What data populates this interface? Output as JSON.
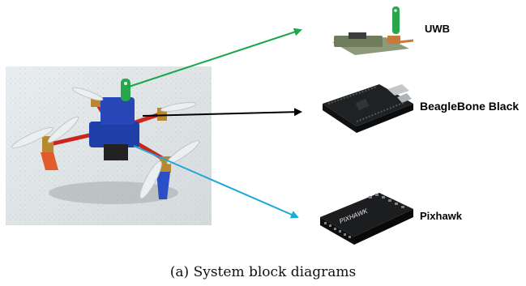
{
  "components": [
    {
      "name": "UWB",
      "icon": "uwb-module-image",
      "arrow_color": "#1aa64a"
    },
    {
      "name": "BeagleBone Black",
      "icon": "beaglebone-board-image",
      "arrow_color": "#000000"
    },
    {
      "name": "Pixhawk",
      "icon": "pixhawk-controller-image",
      "arrow_color": "#1ba9d8"
    }
  ],
  "caption": "(a) System block diagrams"
}
